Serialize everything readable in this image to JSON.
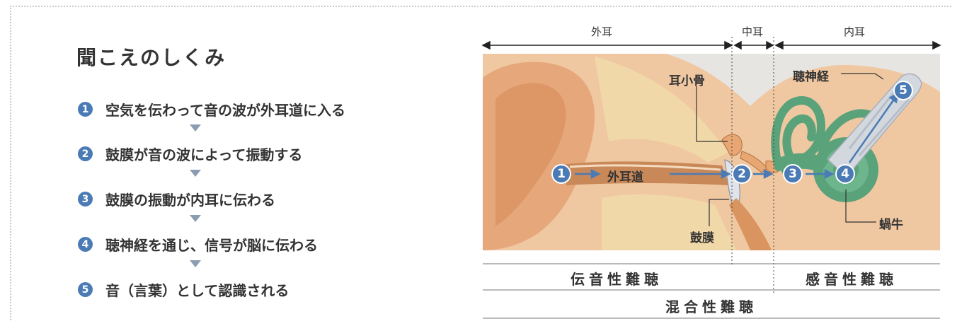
{
  "title": "聞こえのしくみ",
  "steps": [
    {
      "num": "1",
      "text": "空気を伝わって音の波が外耳道に入る"
    },
    {
      "num": "2",
      "text": "鼓膜が音の波によって振動する"
    },
    {
      "num": "3",
      "text": "鼓膜の振動が内耳に伝わる"
    },
    {
      "num": "4",
      "text": "聴神経を通じ、信号が脳に伝わる"
    },
    {
      "num": "5",
      "text": "音（言葉）として認識される"
    }
  ],
  "sections": {
    "outer": "外耳",
    "middle": "中耳",
    "inner": "内耳"
  },
  "labels": {
    "ossicles": "耳小骨",
    "auditory_nerve": "聴神経",
    "ear_canal": "外耳道",
    "eardrum": "鼓膜",
    "cochlea": "蝸牛"
  },
  "markers": [
    "1",
    "2",
    "3",
    "4",
    "5"
  ],
  "hearing_loss": {
    "conductive": "伝音性難聴",
    "sensorineural": "感音性難聴",
    "mixed": "混合性難聴"
  },
  "colors": {
    "accent": "#4b7bb5",
    "skin": "#e8b58a",
    "inner_ear": "#5aa27a",
    "bone": "#e3d9c8",
    "nerve": "#d6dbe2"
  }
}
